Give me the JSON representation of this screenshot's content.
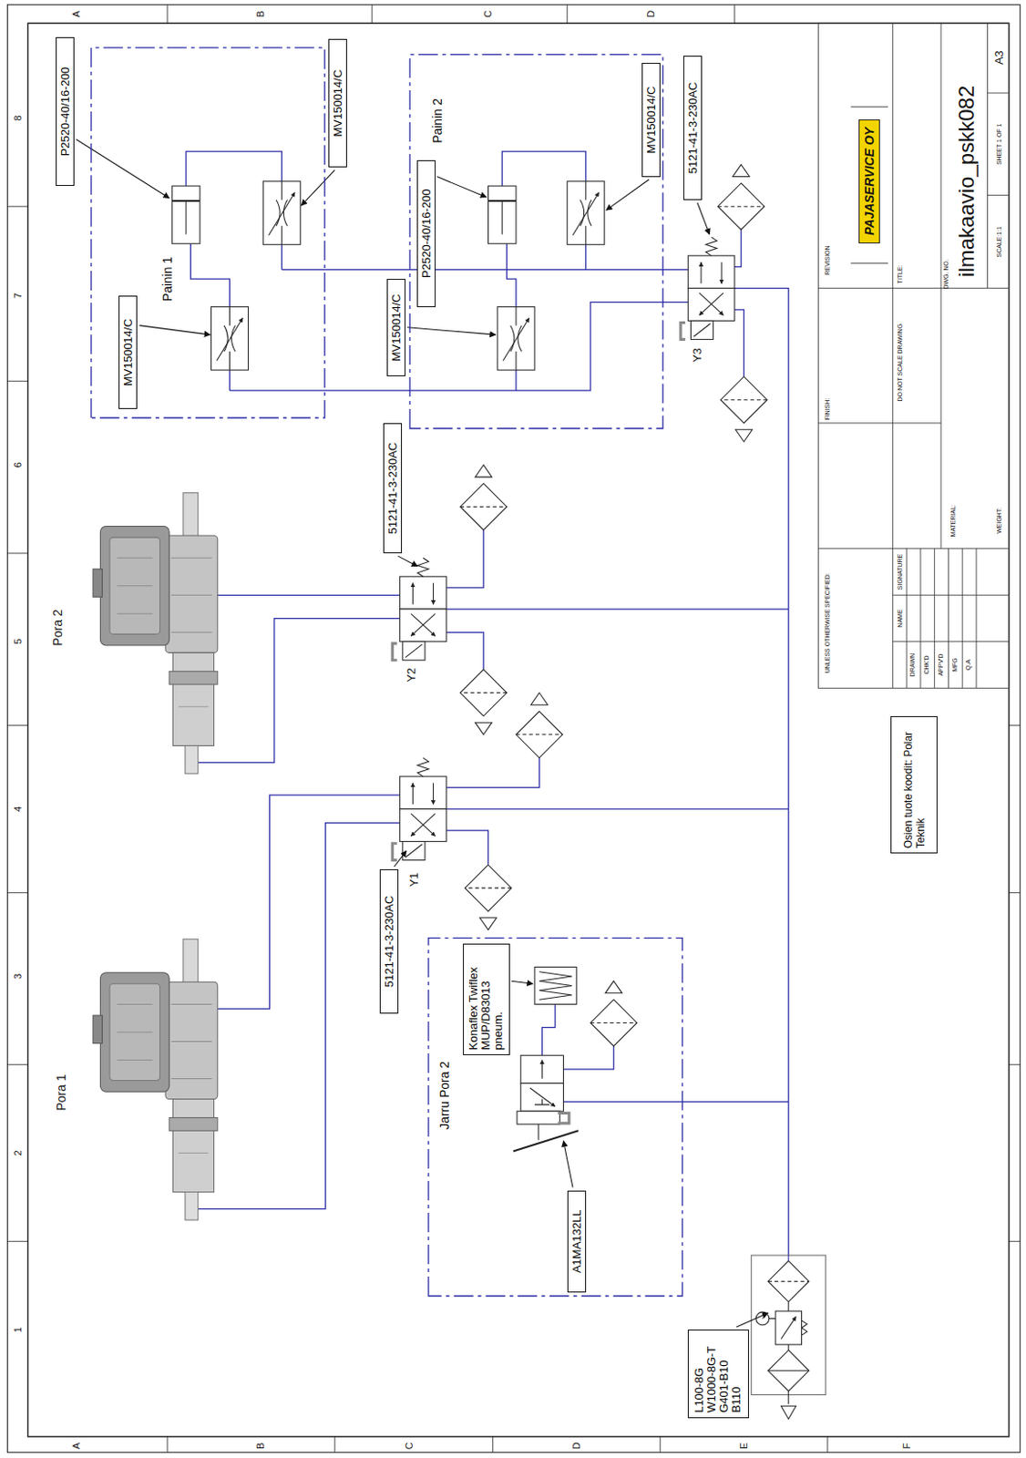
{
  "diagram": {
    "title": "ilmakaavio_pskk082",
    "nodes": [
      {
        "text": [
          "Painin 1"
        ]
      },
      {
        "text": [
          "P2520-40/16-200"
        ]
      },
      {
        "text": [
          "MV150014/C"
        ]
      },
      {
        "text": [
          "MV150014/C"
        ],
        "in": 0
      },
      {
        "text": [
          "Painin 2"
        ]
      },
      {
        "text": [
          "MV150014/C"
        ],
        "in": 4
      },
      {
        "text": [
          "P2520-40/16-200"
        ],
        "in": 4
      },
      {
        "text": [
          "MV150014/C"
        ]
      },
      {
        "text": [
          "5121-41-3-230AC"
        ]
      },
      {
        "text": [
          "5121-41-3-230AC"
        ]
      },
      {
        "text": [
          "5121-41-3-230AC"
        ]
      },
      {
        "text": [
          "Jarru Pora 2"
        ]
      },
      {
        "text": [
          "Konaflex Twiflex MUP/D83013 pneum."
        ],
        "in": 11
      },
      {
        "text": [
          "A1MA132LL"
        ],
        "in": 11
      },
      {
        "text": [
          "L100-8G W1000-8G-T G401-B10 B110"
        ]
      },
      {
        "text": [
          "Osien tuote koodit: Polar Teknik"
        ]
      }
    ],
    "labels": [
      "A",
      "B",
      "C",
      "D",
      "8",
      "7",
      "6",
      "5",
      "4",
      "3",
      "2",
      "1",
      "Pora 2",
      "Pora 1",
      "Y3",
      "Y2",
      "Y1",
      "PAJASERVICE OY",
      "REVISION",
      "TITLE:",
      "DWG. NO.",
      "A3",
      "SHEET 1 OF 1",
      "SCALE:1:1",
      "DO NOT SCALE DRAWING",
      "FINISH:",
      "MATERIAL:",
      "WEIGHT:",
      "UNLESS OTHERWISE SPECIFIED:",
      "NAME",
      "SIGNATURE",
      "DRAWN",
      "CHK'D",
      "APPV'D",
      "MFG",
      "Q.A",
      "A",
      "B",
      "C",
      "D",
      "E",
      "F"
    ]
  }
}
